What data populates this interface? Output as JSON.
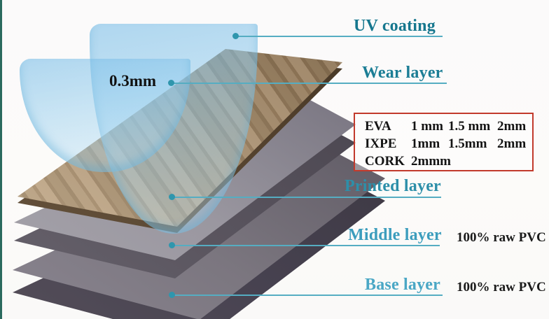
{
  "diagram_title": "flooring-layers-structure",
  "callouts": [
    {
      "id": "uv-coating",
      "label": "UV coating"
    },
    {
      "id": "wear-layer",
      "label": "Wear layer",
      "thickness": "0.3mm"
    },
    {
      "id": "printed-layer",
      "label": "Printed layer"
    },
    {
      "id": "middle-layer",
      "label": "Middle layer",
      "note": "100% raw PVC"
    },
    {
      "id": "base-layer",
      "label": "Base layer",
      "note": "100% raw PVC"
    }
  ],
  "spec_box": {
    "rows": [
      {
        "material": "EVA",
        "v1": "1 mm",
        "v2": "1.5 mm",
        "v3": "2mm"
      },
      {
        "material": "IXPE",
        "v1": "1mm",
        "v2": "1.5mm",
        "v3": "2mm"
      },
      {
        "material": "CORK",
        "v1": "2mmm",
        "v2": "",
        "v3": ""
      }
    ]
  },
  "colors": {
    "label_teal_dark": "#16778e",
    "label_teal_light": "#4aa7c5",
    "leader_line": "#55adc2",
    "leader_dot": "#2f96ad",
    "spec_border_red": "#c23a2c",
    "annotation_black": "#111111",
    "film_blue": "#a9d4ef",
    "wood_brown": "#9c8465",
    "middle_slab_gray": "#8e8b93",
    "base_slab_gray": "#6f6a73",
    "left_edge_green": "#2b6a5e"
  }
}
